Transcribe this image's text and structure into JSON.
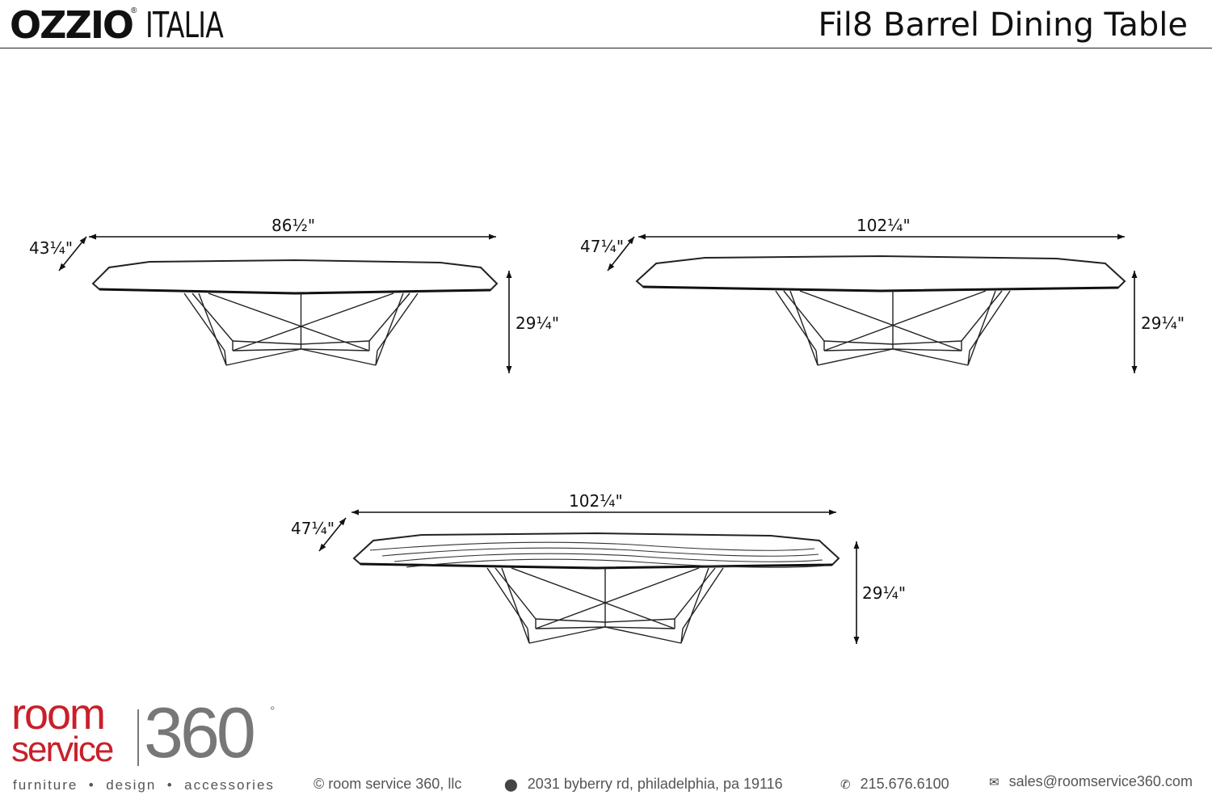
{
  "header": {
    "brand": "OZZIO",
    "brand_sub": "ITALIA",
    "registered": "®",
    "title": "Fil8 Barrel Dining Table"
  },
  "views": [
    {
      "width": "86½\"",
      "depth": "43¼\"",
      "height": "29¼\""
    },
    {
      "width": "102¼\"",
      "depth": "47¼\"",
      "height": "29¼\""
    },
    {
      "width": "102¼\"",
      "depth": "47¼\"",
      "height": "29¼\""
    }
  ],
  "footer": {
    "logo_room": "room",
    "logo_service": "service",
    "logo_360": "360",
    "logo_degree": "°",
    "tagline": "furniture  •  design  •  accessories",
    "copyright": "© room service 360, llc",
    "address": "2031 byberry rd, philadelphia, pa 19116",
    "phone": "215.676.6100",
    "email": "sales@roomservice360.com",
    "icons": {
      "address": "map-pin-icon",
      "phone": "phone-icon",
      "email": "envelope-icon"
    }
  }
}
